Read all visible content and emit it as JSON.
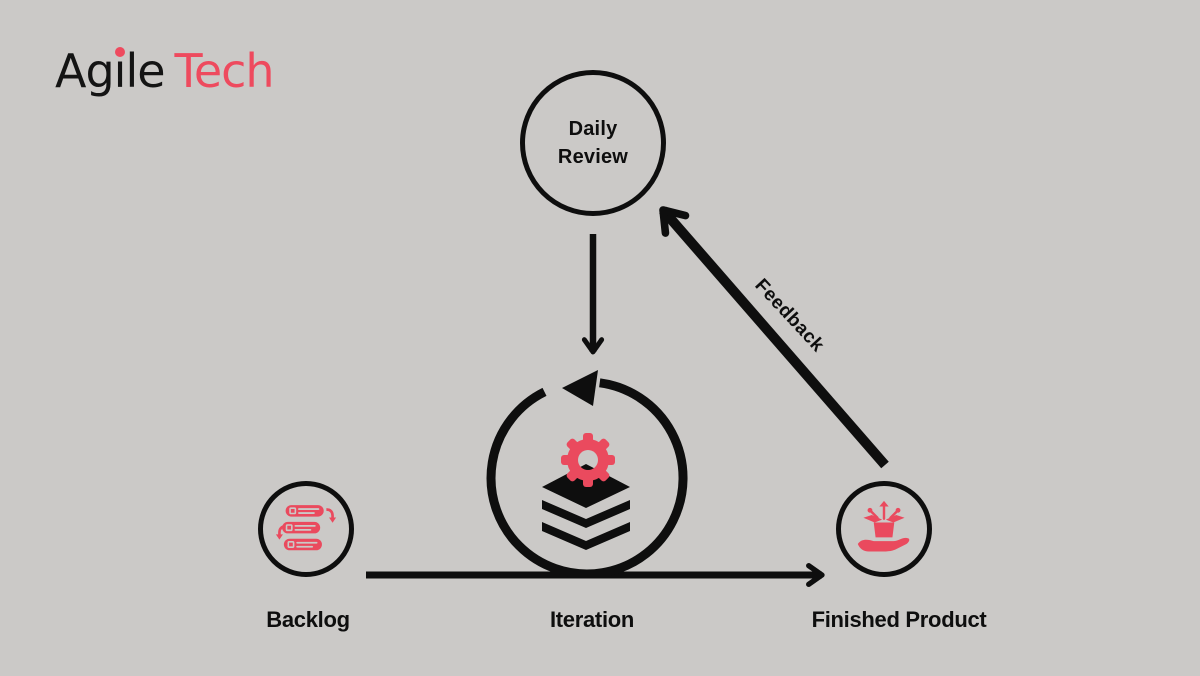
{
  "colors": {
    "background": "#cbc9c7",
    "ink": "#0e0e0e",
    "accent": "#ea4a5e",
    "logo_black": "#141414",
    "logo_accent": "#ee4a5e"
  },
  "brand": {
    "prefix": "Ag",
    "i_letter": "i",
    "suffix": "le",
    "accent_word": "Tech"
  },
  "nodes": {
    "daily_review": {
      "label": "Daily Review"
    },
    "backlog": {
      "label": "Backlog"
    },
    "iteration": {
      "label": "Iteration"
    },
    "finished_product": {
      "label": "Finished Product"
    }
  },
  "edges": {
    "feedback": {
      "label": "Feedback",
      "from": "finished_product",
      "to": "daily_review"
    },
    "review_to_iteration": {
      "label": "",
      "from": "daily_review",
      "to": "iteration"
    },
    "backlog_to_finished": {
      "label": "",
      "from": "backlog",
      "to": "finished_product"
    }
  },
  "icons": {
    "backlog": "task-list-arrows-icon",
    "iteration_loop": "circular-arrow-loop-icon",
    "iteration_center": "gear-layers-stack-icon",
    "finished_product": "hand-holding-open-box-icon"
  }
}
